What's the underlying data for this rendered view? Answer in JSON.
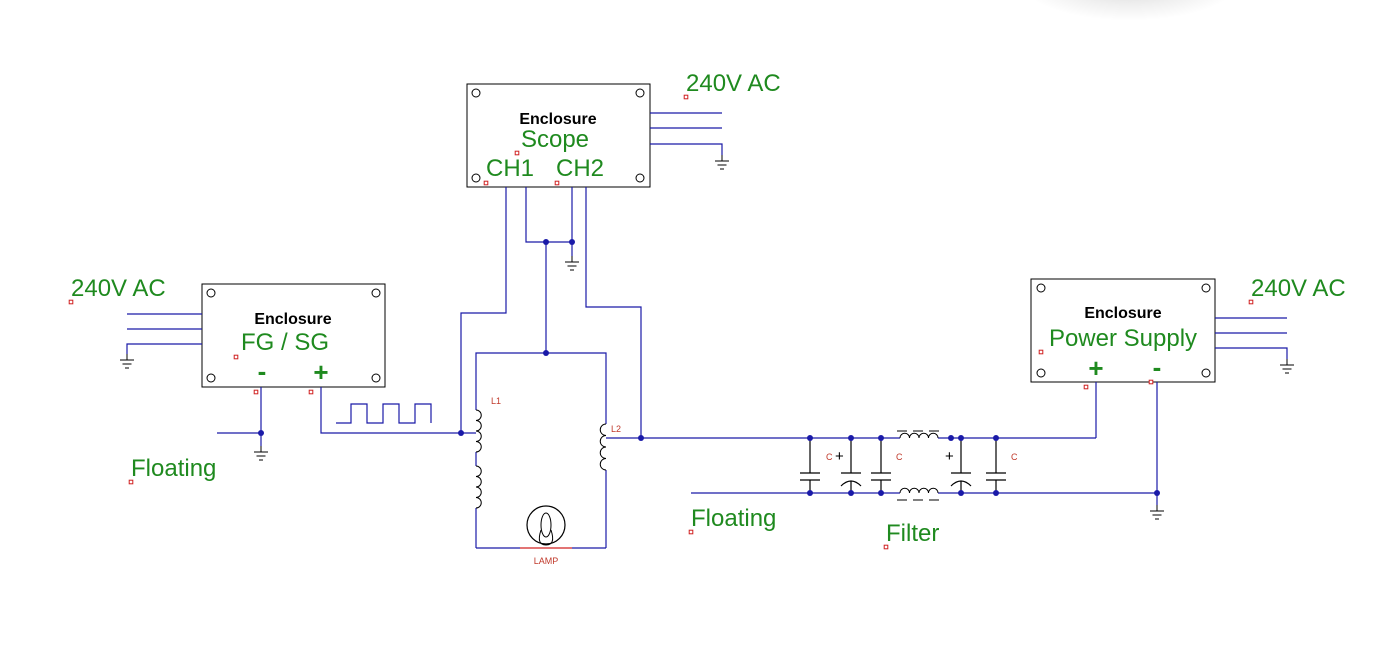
{
  "colors": {
    "wire": "#1a1aa8",
    "box_line": "#000000",
    "label_green": "#1f8a1f",
    "label_red": "#c0392b",
    "node_dot": "#1a1aa8",
    "marker": "#d02020"
  },
  "enclosures": {
    "scope": {
      "title": "Enclosure",
      "name": "Scope",
      "ch1": "CH1",
      "ch2": "CH2"
    },
    "fg": {
      "title": "Enclosure",
      "name": "FG / SG",
      "minus": "-",
      "plus": "+"
    },
    "psu": {
      "title": "Enclosure",
      "name": "Power Supply",
      "plus": "+",
      "minus": "-"
    }
  },
  "mains_labels": {
    "left": "240V AC",
    "top": "240V AC",
    "right": "240V AC"
  },
  "notes": {
    "floating_left": "Floating",
    "floating_mid": "Floating",
    "filter": "Filter"
  },
  "components": {
    "l1": "L1",
    "l2": "L2",
    "lamp": "LAMP",
    "c": "C",
    "polarity_plus": "+"
  },
  "icons": {
    "ground": "ground-icon",
    "inductor": "inductor-icon",
    "capacitor": "capacitor-icon",
    "lamp": "lamp-icon",
    "mounting_hole": "mounting-hole-icon"
  }
}
